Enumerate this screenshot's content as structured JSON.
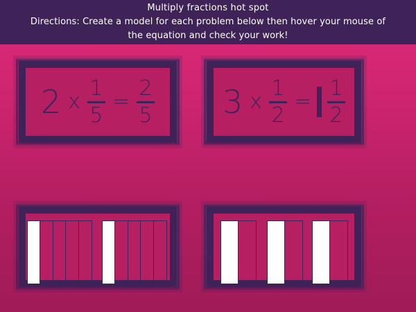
{
  "header": {
    "title": "Multiply fractions hot spot",
    "directions_line1": "Directions: Create a model for each problem below then hover your mouse of",
    "directions_line2": "the equation and check your work!"
  },
  "equation_1": {
    "whole": "2",
    "operator": "x",
    "fraction_numerator": "1",
    "fraction_denominator": "5",
    "equals": "=",
    "result_numerator": "2",
    "result_denominator": "5"
  },
  "equation_2": {
    "whole": "3",
    "operator": "x",
    "fraction_numerator": "1",
    "fraction_denominator": "2",
    "equals": "=",
    "result_whole": "1",
    "result_numerator": "1",
    "result_denominator": "2"
  },
  "model_1": {
    "strips": [
      {
        "parts": 5,
        "shaded": 1
      },
      {
        "parts": 5,
        "shaded": 1
      }
    ]
  },
  "model_2": {
    "strips": [
      {
        "parts": 2,
        "shaded": 1
      },
      {
        "parts": 2,
        "shaded": 1
      },
      {
        "parts": 2,
        "shaded": 1
      }
    ]
  },
  "colors": {
    "background_top": "#e02a78",
    "background_bottom": "#a01b58",
    "header_background": "#3f2358",
    "frame": "#3f2358",
    "shaded_part": "#ffffff"
  }
}
